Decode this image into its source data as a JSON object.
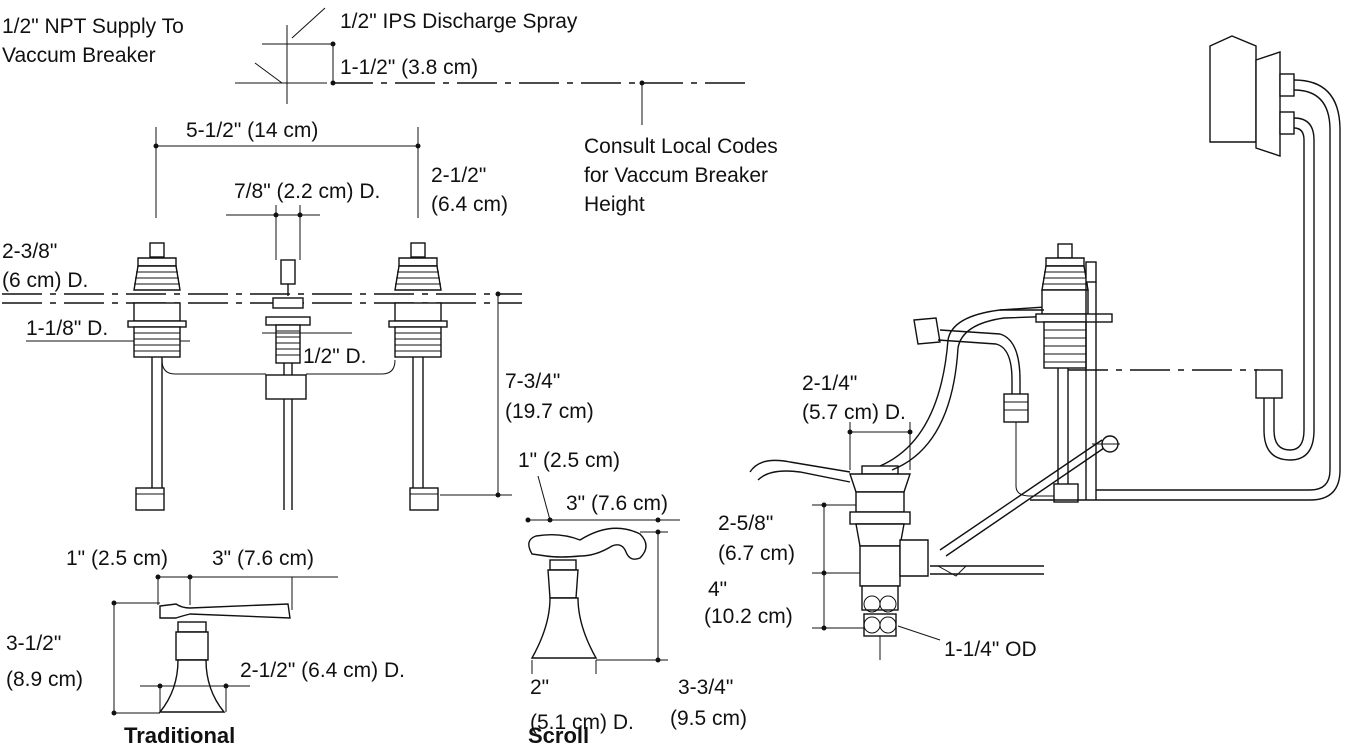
{
  "labels": {
    "npt_supply_1": "1/2\" NPT Supply To",
    "npt_supply_2": "Vaccum Breaker",
    "ips_discharge": "1/2\" IPS Discharge Spray",
    "height_1_5": "1-1/2\" (3.8 cm)",
    "spread_5_5": "5-1/2\" (14 cm)",
    "consult_1": "Consult Local Codes",
    "consult_2": "for Vaccum Breaker",
    "consult_3": "Height",
    "spout_dia": "7/8\" (2.2 cm) D.",
    "height_2_5_a": "2-1/2\"",
    "height_2_5_b": "(6.4 cm)",
    "base_dia_a": "2-3/8\"",
    "base_dia_b": "(6 cm) D.",
    "shank_dia": "1-1/8\" D.",
    "half_dia": "1/2\" D.",
    "depth_7_75_a": "7-3/4\"",
    "depth_7_75_b": "(19.7 cm)",
    "drain_dia_a": "2-1/4\"",
    "drain_dia_b": "(5.7 cm) D.",
    "scroll_1in": "1\" (2.5 cm)",
    "scroll_3in": "3\" (7.6 cm)",
    "trad_1in": "1\" (2.5 cm)",
    "trad_3in": "3\" (7.6 cm)",
    "trad_h_a": "3-1/2\"",
    "trad_h_b": "(8.9 cm)",
    "trad_base": "2-1/2\" (6.4 cm) D.",
    "scroll_base_a": "2\"",
    "scroll_base_b": "(5.1 cm) D.",
    "scroll_h_a": "3-3/4\"",
    "scroll_h_b": "(9.5 cm)",
    "drain_h_a": "2-5/8\"",
    "drain_h_b": "(6.7 cm)",
    "drain_4_a": "4\"",
    "drain_4_b": "(10.2 cm)",
    "tail_od": "1-1/4\" OD",
    "traditional": "Traditional",
    "scroll": "Scroll"
  }
}
